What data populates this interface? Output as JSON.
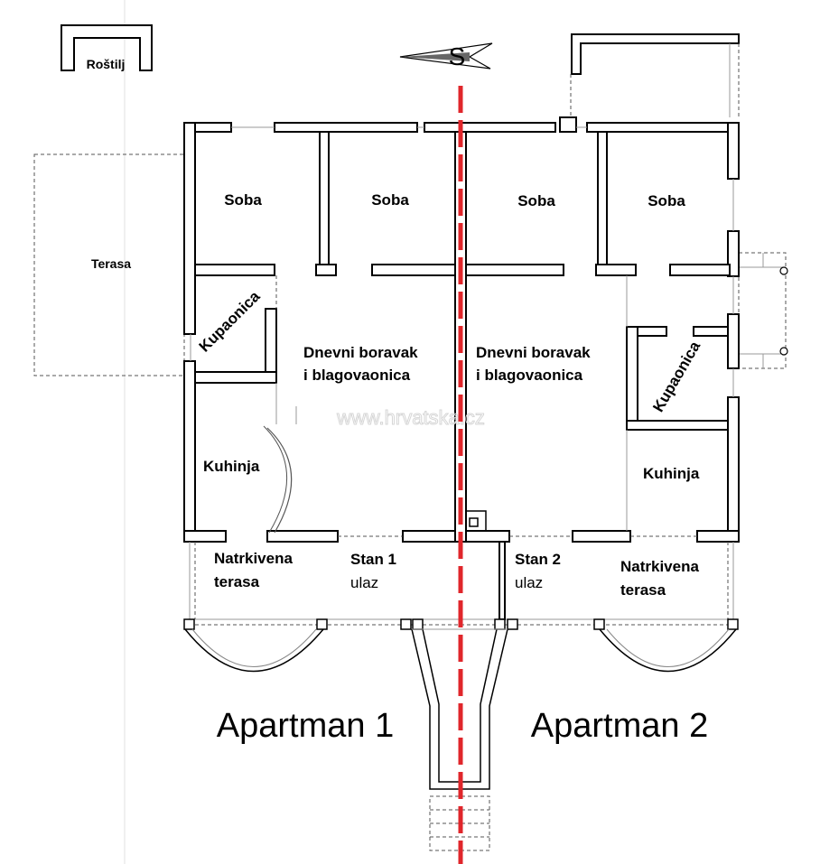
{
  "compass": {
    "letter": "S"
  },
  "bbq": {
    "label": "Roštilj"
  },
  "terrace": {
    "label": "Terasa"
  },
  "watermark": "www.hrvatska.cz",
  "apartment1": {
    "title": "Apartman 1",
    "rooms": {
      "soba_a": "Soba",
      "soba_b": "Soba",
      "kupaonica": "Kupaonica",
      "dnevni_1": "Dnevni boravak",
      "dnevni_2": "i blagovaonica",
      "kuhinja": "Kuhinja",
      "terasa_1": "Natrkivena",
      "terasa_2": "terasa",
      "stan": "Stan 1",
      "ulaz": "ulaz"
    }
  },
  "apartment2": {
    "title": "Apartman 2",
    "rooms": {
      "soba_a": "Soba",
      "soba_b": "Soba",
      "kupaonica": "Kupaonica",
      "dnevni_1": "Dnevni boravak",
      "dnevni_2": "i blagovaonica",
      "kuhinja": "Kuhinja",
      "terasa_1": "Natrkivena",
      "terasa_2": "terasa",
      "stan": "Stan 2",
      "ulaz": "ulaz"
    }
  }
}
